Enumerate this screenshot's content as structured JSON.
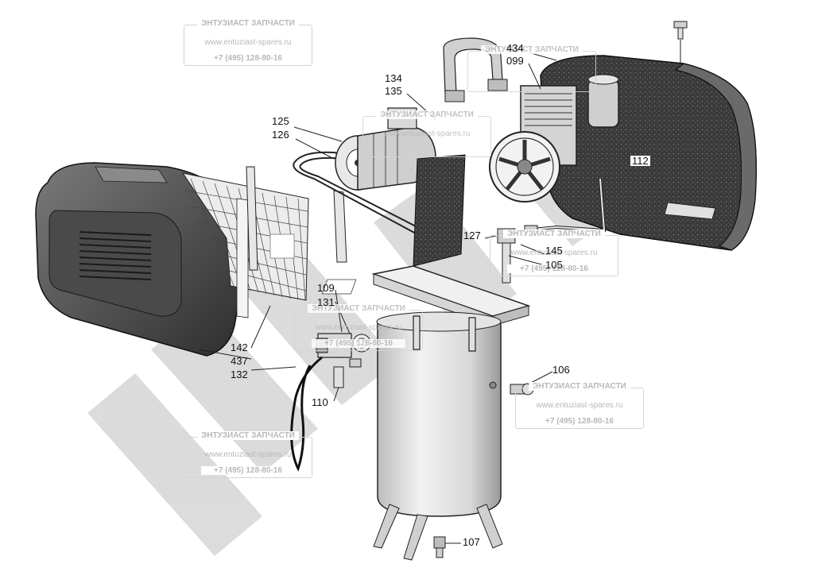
{
  "watermark": {
    "company": "ЭНТУЗИАСТ ЗАПЧАСТИ",
    "website": "www.entuziast-spares.ru",
    "phone": "+7 (495) 128-80-16",
    "large_text": "ЭНТУЗИАСТ"
  },
  "callouts": {
    "c434": "434",
    "c099": "099",
    "c134": "134",
    "c135": "135",
    "c125": "125",
    "c126": "126",
    "c112": "112",
    "c127": "127",
    "c145": "145",
    "c105": "105",
    "c109": "109",
    "c131": "131",
    "c142": "142",
    "c437": "437",
    "c132": "132",
    "c110": "110",
    "c106": "106",
    "c107": "107"
  }
}
